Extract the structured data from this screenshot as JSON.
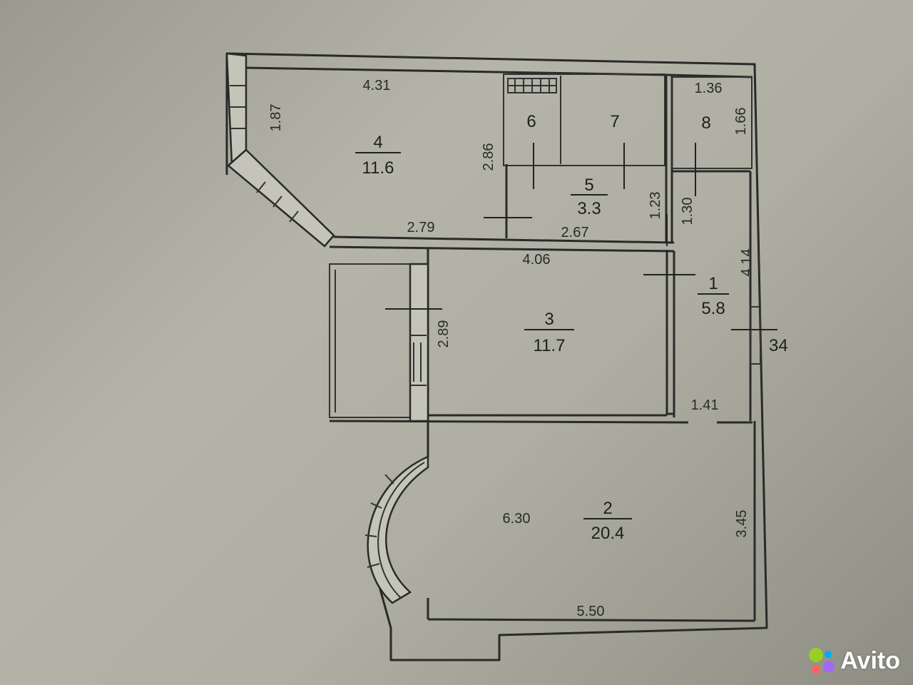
{
  "rooms": [
    {
      "number": "4",
      "area": "11.6"
    },
    {
      "number": "6",
      "area": ""
    },
    {
      "number": "7",
      "area": ""
    },
    {
      "number": "8",
      "area": ""
    },
    {
      "number": "5",
      "area": "3.3"
    },
    {
      "number": "3",
      "area": "11.7"
    },
    {
      "number": "1",
      "area": "5.8"
    },
    {
      "number": "2",
      "area": "20.4"
    }
  ],
  "dimensions": {
    "d_4_31": "4.31",
    "d_1_87": "1.87",
    "d_2_86": "2.86",
    "d_2_79": "2.79",
    "d_2_67": "2.67",
    "d_1_23": "1.23",
    "d_1_30": "1.30",
    "d_1_36": "1.36",
    "d_1_66": "1.66",
    "d_4_06": "4.06",
    "d_4_14": "4.14",
    "d_2_89": "2.89",
    "d_1_41": "1.41",
    "d_6_30": "6.30",
    "d_3_45": "3.45",
    "d_5_50": "5.50"
  },
  "side_mark": "34",
  "watermark": {
    "brand": "Avito",
    "colors": [
      "#97cf26",
      "#0af",
      "#ff6163",
      "#a169f7"
    ]
  }
}
